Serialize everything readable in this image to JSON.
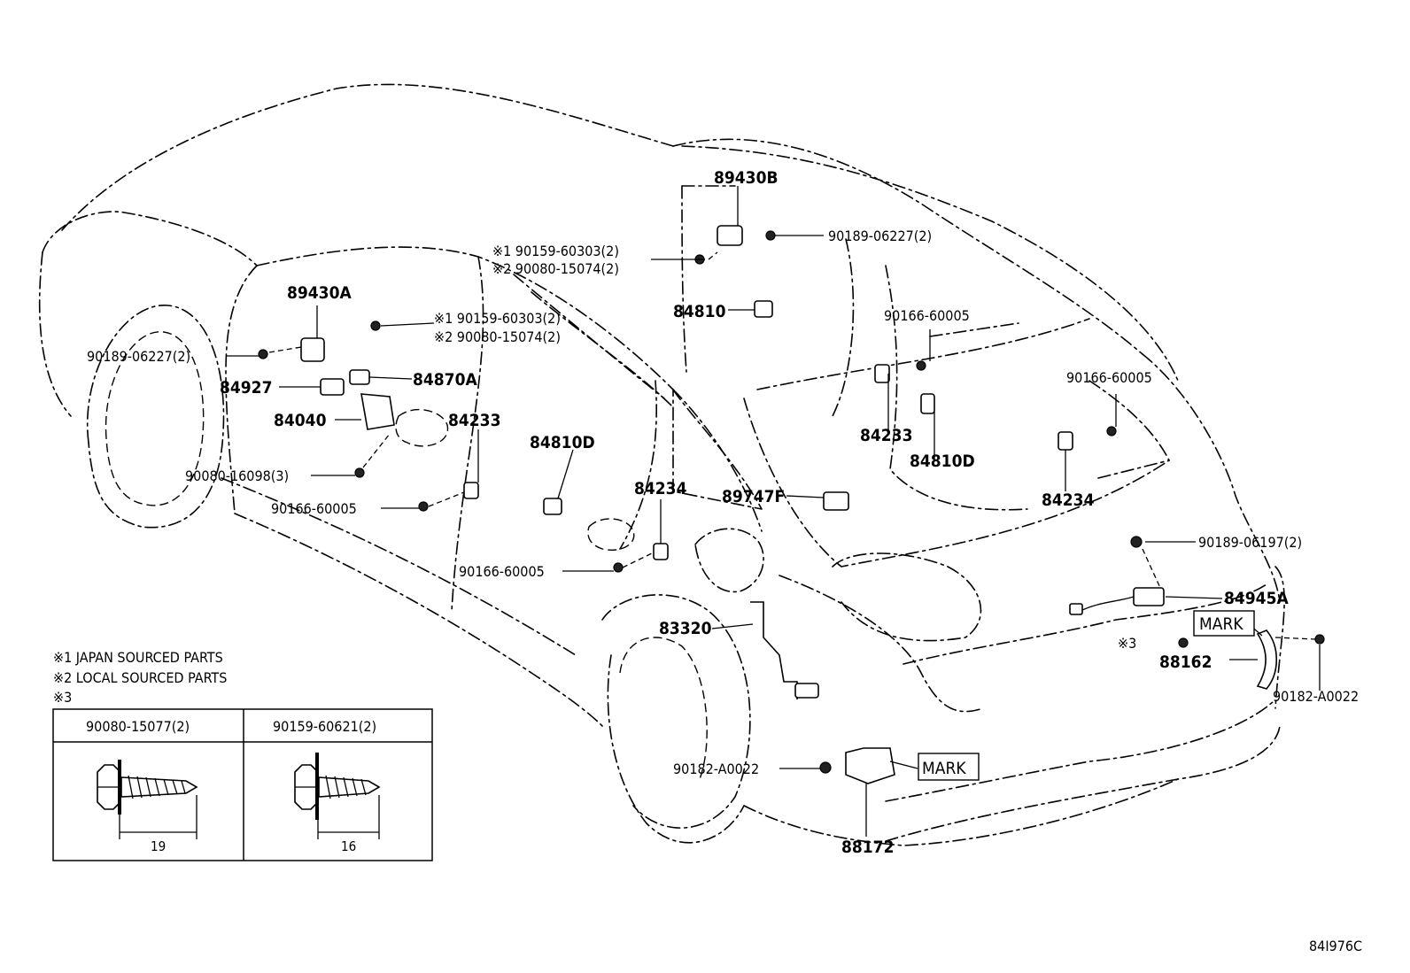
{
  "labels": {
    "p89430B": "89430B",
    "p90189_06227_top": "90189-06227(2)",
    "p90159_60303_top": "※1 90159-60303(2)",
    "p90080_15074_top": "※2 90080-15074(2)",
    "p84810": "84810",
    "p90166_60005_a": "90166-60005",
    "p89430A": "89430A",
    "p90159_60303_mid": "※1 90159-60303(2)",
    "p90080_15074_mid": "※2 90080-15074(2)",
    "p90189_06227_left": "90189-06227(2)",
    "p84927": "84927",
    "p84870A": "84870A",
    "p84040": "84040",
    "p84233_a": "84233",
    "p84233_b": "84233",
    "p84810D_a": "84810D",
    "p84810D_b": "84810D",
    "p90166_60005_b": "90166-60005",
    "p90080_16098": "90080-16098(3)",
    "p90166_60005_c": "90166-60005",
    "p84234_a": "84234",
    "p89747F": "89747F",
    "p84234_b": "84234",
    "p90166_60005_d": "90166-60005",
    "p90189_06197": "90189-06197(2)",
    "p84945A": "84945A",
    "mark_a": "MARK",
    "note3_small": "※3",
    "p88162": "88162",
    "p90182_A0022_a": "90182-A0022",
    "p83320": "83320",
    "p90182_A0022_b": "90182-A0022",
    "mark_b": "MARK",
    "p88172": "88172"
  },
  "notes": {
    "n1": "※1 JAPAN SOURCED PARTS",
    "n2": "※2 LOCAL SOURCED PARTS",
    "n3": "※3"
  },
  "fastener_table": {
    "col1_header": "90080-15077(2)",
    "col2_header": "90159-60621(2)",
    "col1_length": "19",
    "col2_length": "16"
  },
  "diagram_code": "84I976C"
}
